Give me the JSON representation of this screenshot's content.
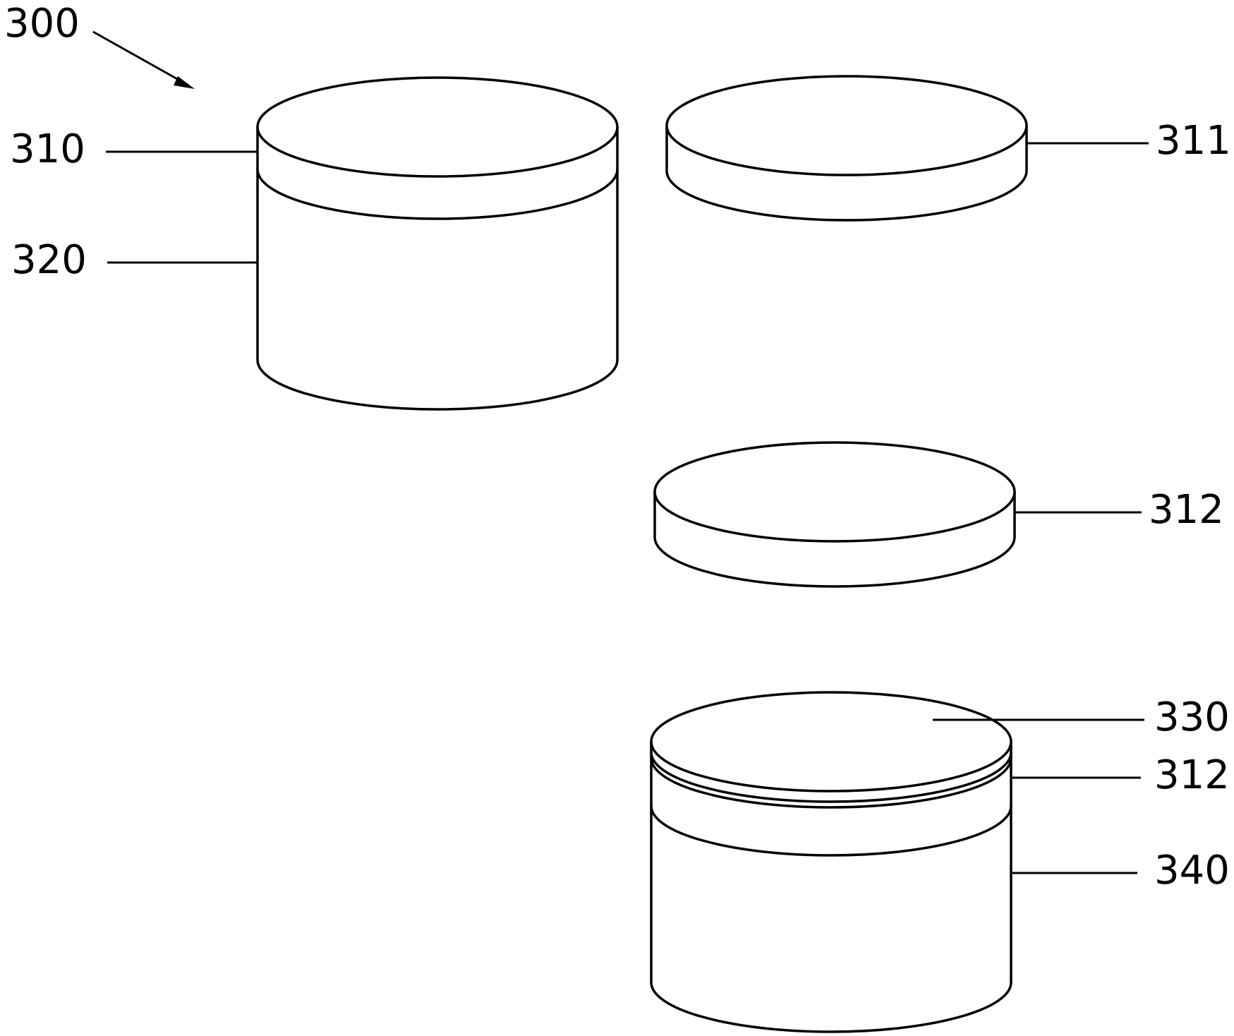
{
  "figure": {
    "labels": {
      "assembly": "300",
      "top_layer": "310",
      "top_disc": "311",
      "interlayer_disc": "312",
      "body": "320",
      "cap_layer": "330",
      "bonded_interlayer": "312",
      "substrate": "340"
    },
    "colors": {
      "line": "#000000",
      "fill": "#ffffff"
    }
  }
}
